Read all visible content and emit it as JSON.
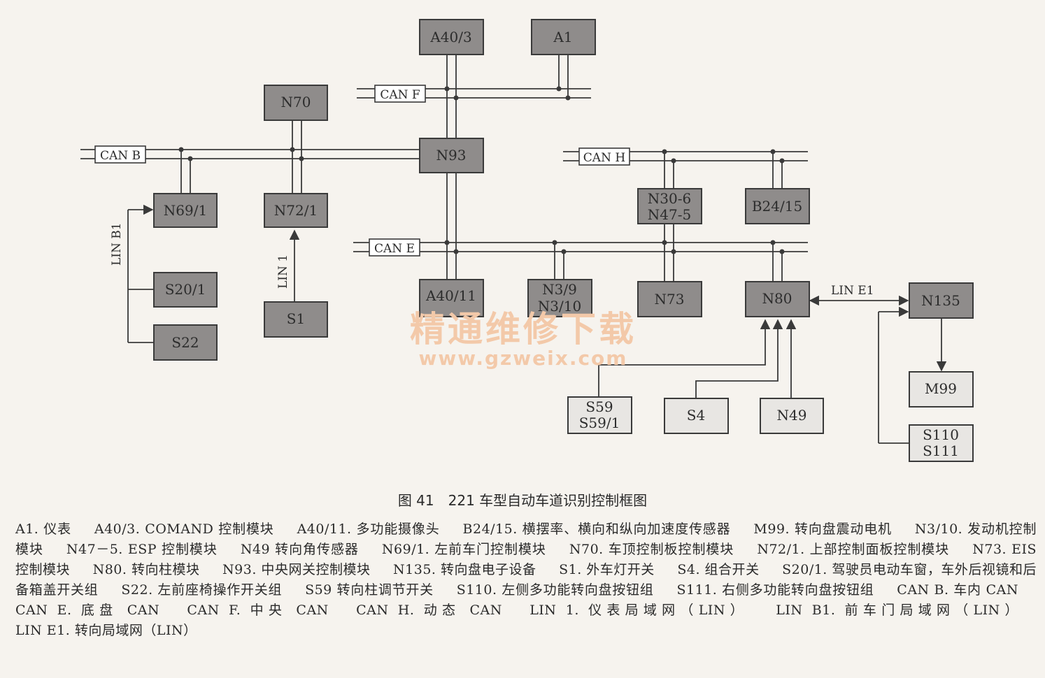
{
  "boxes": {
    "a40_3": "A40/3",
    "a1": "A1",
    "n70": "N70",
    "n93": "N93",
    "n69_1": "N69/1",
    "n72_1": "N72/1",
    "s20_1": "S20/1",
    "s22": "S22",
    "s1": "S1",
    "n30_6": "N30-6",
    "n47_5": "N47-5",
    "b24_15": "B24/15",
    "a40_11": "A40/11",
    "n3_9": "N3/9",
    "n3_10": "N3/10",
    "n73": "N73",
    "n80": "N80",
    "n135": "N135",
    "m99": "M99",
    "s59": "S59",
    "s59_1": "S59/1",
    "s4": "S4",
    "n49": "N49",
    "s110": "S110",
    "s111": "S111"
  },
  "buses": {
    "can_f": "CAN F",
    "can_b": "CAN B",
    "can_h": "CAN H",
    "can_e": "CAN E"
  },
  "lin": {
    "lin_b1": "LIN B1",
    "lin_1": "LIN 1",
    "lin_e1": "LIN E1"
  },
  "watermark": {
    "cn": "精通维修下载",
    "url": "www.gzweix.com"
  },
  "caption": "图 41　221 车型自动车道识别控制框图",
  "legend": [
    "A1. 仪表",
    "A40/3. COMAND 控制模块",
    "A40/11. 多功能摄像头",
    "B24/15. 横摆率、横向和纵向加速度传感器",
    "M99. 转向盘震动电机",
    "N3/10. 发动机控制模块",
    "N47－5. ESP 控制模块",
    "N49 转向角传感器",
    "N69/1. 左前车门控制模块",
    "N70. 车顶控制板控制模块",
    "N72/1. 上部控制面板控制模块",
    "N73. EIS 控制模块",
    "N80. 转向柱模块",
    "N93. 中央网关控制模块",
    "N135. 转向盘电子设备",
    "S1. 外车灯开关",
    "S4. 组合开关",
    "S20/1. 驾驶员电动车窗，车外后视镜和后备箱盖开关组",
    "S22. 左前座椅操作开关组",
    "S59 转向柱调节开关",
    "S110. 左侧多功能转向盘按钮组",
    "S111. 右侧多功能转向盘按钮组",
    "CAN B. 车内 CAN",
    "CAN E. 底盘 CAN",
    "CAN F. 中央 CAN",
    "CAN H. 动态 CAN",
    "LIN 1. 仪表局域网（LIN）",
    "LIN B1. 前车门局域网（LIN）",
    "LIN E1. 转向局域网（LIN）"
  ]
}
